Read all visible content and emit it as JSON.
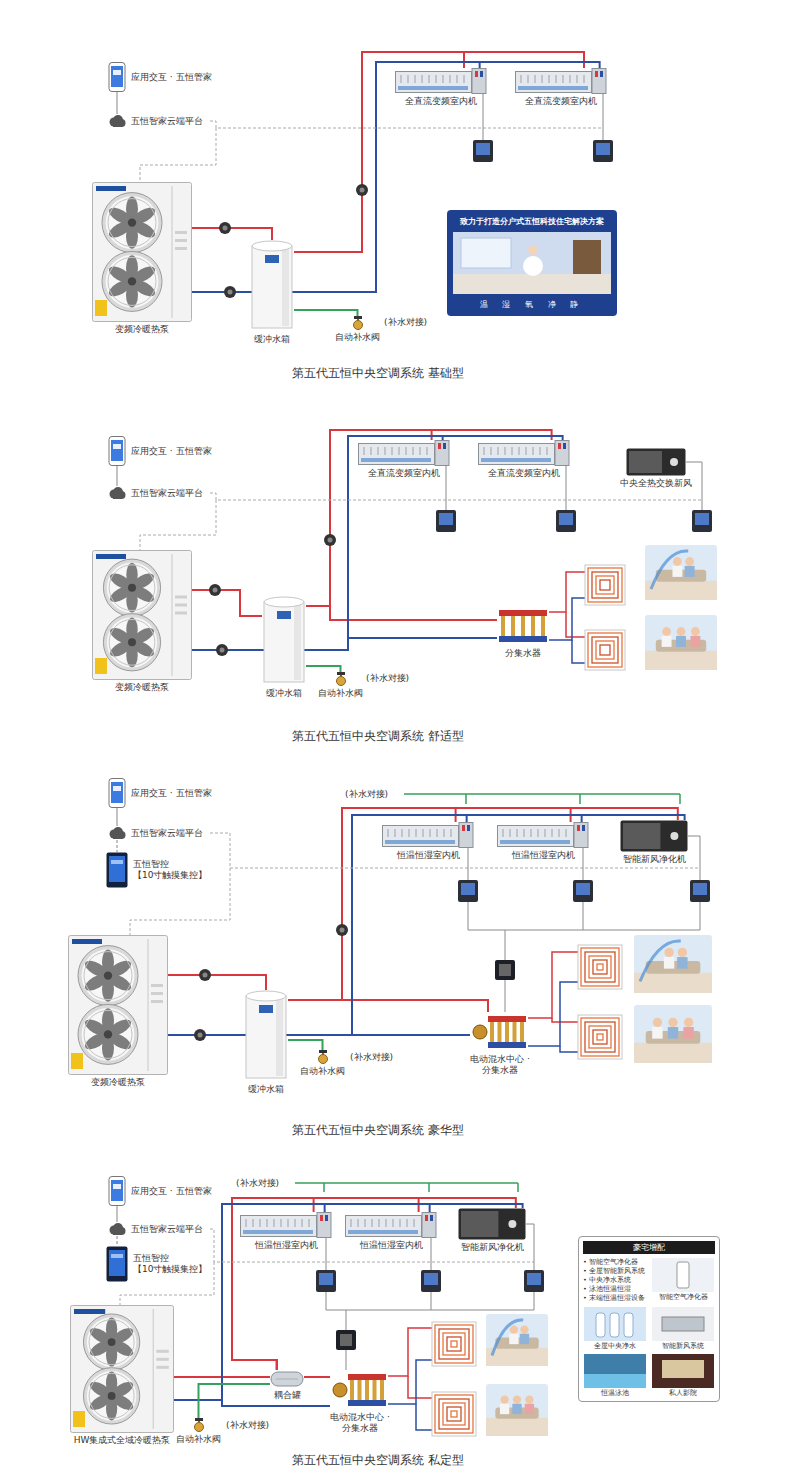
{
  "diagram": {
    "nodes": [
      {
        "text": [
          "应用交互 · 五恒管家"
        ]
      },
      {
        "text": [
          "五恒智家云端平台"
        ]
      },
      {
        "text": [
          "变频冷暖热泵"
        ]
      },
      {
        "text": [
          "缓冲水箱"
        ]
      },
      {
        "text": [
          "自动补水阀"
        ]
      },
      {
        "text": [
          "全直流变频室内机"
        ]
      },
      {
        "text": [
          "全直流变频室内机"
        ]
      },
      {
        "text": [
          "致力于打造分户式五恒科技住宅解决方案",
          "温 湿 氧 净 静"
        ]
      },
      {
        "text": [
          "应用交互 · 五恒管家"
        ]
      },
      {
        "text": [
          "五恒智家云端平台"
        ]
      },
      {
        "text": [
          "变频冷暖热泵"
        ]
      },
      {
        "text": [
          "缓冲水箱"
        ]
      },
      {
        "text": [
          "自动补水阀"
        ]
      },
      {
        "text": [
          "全直流变频室内机"
        ]
      },
      {
        "text": [
          "全直流变频室内机"
        ]
      },
      {
        "text": [
          "中央全热交换新风"
        ]
      },
      {
        "text": [
          "分集水器"
        ]
      },
      {
        "text": [
          "应用交互 · 五恒管家"
        ]
      },
      {
        "text": [
          "五恒智家云端平台"
        ]
      },
      {
        "text": [
          "五恒智控",
          "【10寸触摸集控】"
        ]
      },
      {
        "text": [
          "变频冷暖热泵"
        ]
      },
      {
        "text": [
          "缓冲水箱"
        ]
      },
      {
        "text": [
          "自动补水阀"
        ]
      },
      {
        "text": [
          "恒温恒湿室内机"
        ]
      },
      {
        "text": [
          "恒温恒湿室内机"
        ]
      },
      {
        "text": [
          "智能新风净化机"
        ]
      },
      {
        "text": [
          "电动混水中心 · 分集水器"
        ]
      },
      {
        "text": [
          "应用交互 · 五恒管家"
        ]
      },
      {
        "text": [
          "五恒智家云端平台"
        ]
      },
      {
        "text": [
          "五恒智控",
          "【10寸触摸集控】"
        ]
      },
      {
        "text": [
          "HW集成式全域冷暖热泵"
        ]
      },
      {
        "text": [
          "自动补水阀"
        ]
      },
      {
        "text": [
          "耦合罐"
        ]
      },
      {
        "text": [
          "恒温恒湿室内机"
        ]
      },
      {
        "text": [
          "恒温恒湿室内机"
        ]
      },
      {
        "text": [
          "智能新风净化机"
        ]
      },
      {
        "text": [
          "电动混水中心 · 分集水器"
        ]
      },
      {
        "text": [
          "豪宅增配",
          "• 智能空气净化器",
          "• 全屋智能新风系统",
          "• 中央净水系统",
          "• 泳池恒温恒湿",
          "• 末端恒温恒湿设备"
        ]
      },
      {
        "text": [
          "智能空气净化器"
        ],
        "in": 37
      },
      {
        "text": [
          "全屋中央净水"
        ],
        "in": 37
      },
      {
        "text": [
          "智能新风系统"
        ],
        "in": 37
      },
      {
        "text": [
          "恒温泳池"
        ],
        "in": 37
      },
      {
        "text": [
          "私人影院"
        ],
        "in": 37
      }
    ],
    "edges": [
      {
        "from": 0,
        "to": 1,
        "arrow": "none"
      },
      {
        "from": 2,
        "to": 3,
        "arrow": "none"
      },
      {
        "from": 3,
        "to": 5,
        "arrow": "none"
      },
      {
        "from": 3,
        "to": 6,
        "arrow": "none"
      },
      {
        "from": 5,
        "to": 2,
        "arrow": "none"
      },
      {
        "from": 6,
        "to": 2,
        "arrow": "none"
      },
      {
        "from": 3,
        "to": 4,
        "arrow": "none"
      },
      {
        "from": 8,
        "to": 9,
        "arrow": "none"
      },
      {
        "from": 10,
        "to": 11,
        "arrow": "none"
      },
      {
        "from": 11,
        "to": 13,
        "arrow": "none"
      },
      {
        "from": 11,
        "to": 14,
        "arrow": "none"
      },
      {
        "from": 11,
        "to": 16,
        "arrow": "none"
      },
      {
        "from": 13,
        "to": 10,
        "arrow": "none"
      },
      {
        "from": 14,
        "to": 10,
        "arrow": "none"
      },
      {
        "from": 16,
        "to": 10,
        "arrow": "none"
      },
      {
        "from": 11,
        "to": 12,
        "arrow": "none"
      },
      {
        "from": 17,
        "to": 18,
        "arrow": "none"
      },
      {
        "from": 18,
        "to": 19,
        "arrow": "none"
      },
      {
        "from": 20,
        "to": 21,
        "arrow": "none"
      },
      {
        "from": 21,
        "to": 23,
        "arrow": "none"
      },
      {
        "from": 21,
        "to": 24,
        "arrow": "none"
      },
      {
        "from": 21,
        "to": 25,
        "arrow": "none"
      },
      {
        "from": 21,
        "to": 26,
        "arrow": "none"
      },
      {
        "from": 23,
        "to": 20,
        "arrow": "none"
      },
      {
        "from": 24,
        "to": 20,
        "arrow": "none"
      },
      {
        "from": 25,
        "to": 20,
        "arrow": "none"
      },
      {
        "from": 26,
        "to": 20,
        "arrow": "none"
      },
      {
        "from": 21,
        "to": 22,
        "arrow": "none"
      },
      {
        "from": 27,
        "to": 28,
        "arrow": "none"
      },
      {
        "from": 28,
        "to": 29,
        "arrow": "none"
      },
      {
        "from": 30,
        "to": 32,
        "arrow": "none"
      },
      {
        "from": 32,
        "to": 33,
        "arrow": "none"
      },
      {
        "from": 32,
        "to": 34,
        "arrow": "none"
      },
      {
        "from": 32,
        "to": 35,
        "arrow": "none"
      },
      {
        "from": 32,
        "to": 36,
        "arrow": "none"
      },
      {
        "from": 33,
        "to": 30,
        "arrow": "none"
      },
      {
        "from": 34,
        "to": 30,
        "arrow": "none"
      },
      {
        "from": 35,
        "to": 30,
        "arrow": "none"
      },
      {
        "from": 36,
        "to": 30,
        "arrow": "none"
      },
      {
        "from": 31,
        "to": 32,
        "arrow": "none"
      }
    ],
    "labels": [
      "(补水对接)",
      "第五代五恒中央空调系统 基础型",
      "(补水对接)",
      "第五代五恒中央空调系统 舒适型",
      "(补水对接)",
      "(补水对接)",
      "第五代五恒中央空调系统 豪华型",
      "(补水对接)",
      "(补水对接)",
      "第五代五恒中央空调系统 私定型"
    ]
  }
}
